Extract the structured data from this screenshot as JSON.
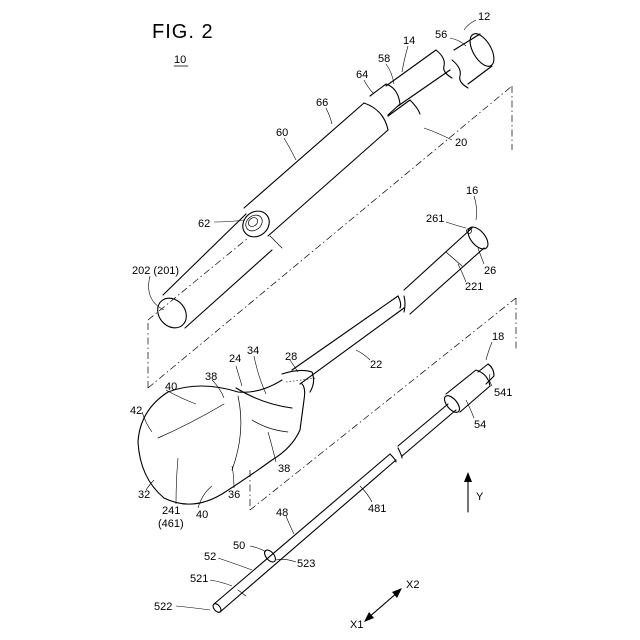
{
  "figure": {
    "title": "FIG. 2",
    "assembly_ref": "10"
  },
  "labels": {
    "l12": "12",
    "l14": "14",
    "l56": "56",
    "l58": "58",
    "l64": "64",
    "l66": "66",
    "l60": "60",
    "l20": "20",
    "l62": "62",
    "l202": "202 (201)",
    "l16": "16",
    "l261": "261",
    "l26": "26",
    "l221": "221",
    "l24": "24",
    "l34": "34",
    "l28": "28",
    "l22": "22",
    "l40a": "40",
    "l38a": "38",
    "l42": "42",
    "l38b": "38",
    "l36": "36",
    "l32": "32",
    "l241": "241",
    "l461": "(461)",
    "l40b": "40",
    "l18": "18",
    "l541": "541",
    "l54": "54",
    "l481": "481",
    "l48": "48",
    "l50": "50",
    "l523": "523",
    "l52": "52",
    "l521": "521",
    "l522": "522",
    "axisY": "Y",
    "axisX1": "X1",
    "axisX2": "X2"
  }
}
